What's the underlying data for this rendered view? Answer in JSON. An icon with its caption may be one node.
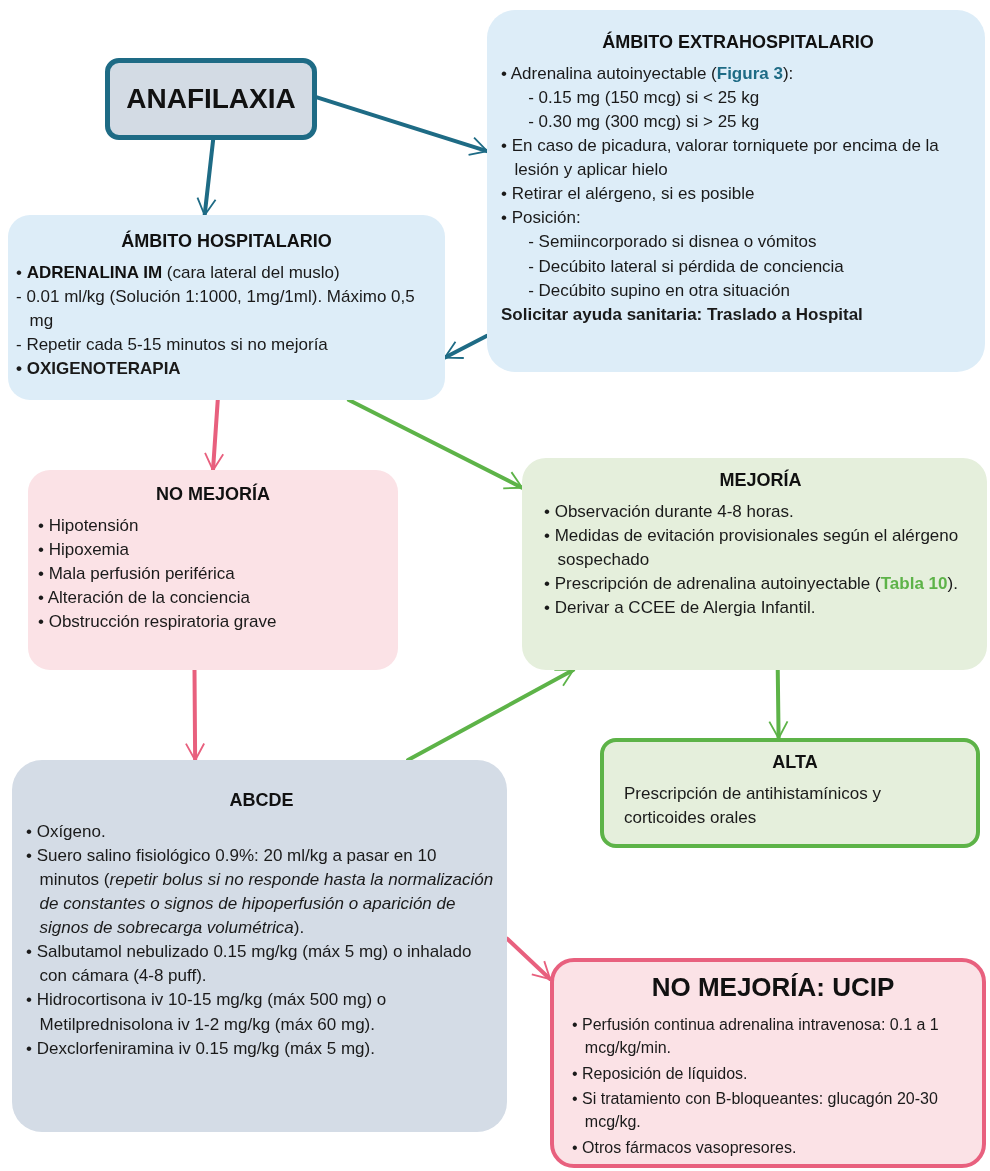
{
  "diagram": {
    "nodes": [
      {
        "text": [
          "ANAFILAXIA"
        ]
      },
      {
        "text": [
          "ÁMBITO EXTRAHOSPITALARIO",
          "• Adrenalina autoinyectable (**Figura 3**):",
          "- 0.15 mg (150 mcg) si < 25 kg",
          "- 0.30 mg (300 mcg) si > 25 kg",
          "• En caso de picadura, valorar torniquete por encima de la lesión y aplicar hielo",
          "• Retirar el alérgeno, si es posible",
          "• Posición:",
          "- Semiincorporado si disnea o vómitos",
          "- Decúbito lateral si pérdida de conciencia",
          "- Decúbito supino en otra situación",
          "Solicitar ayuda sanitaria: Traslado a Hospital"
        ]
      },
      {
        "text": [
          "ÁMBITO HOSPITALARIO",
          "• **ADRENALINA IM** (cara lateral del muslo)",
          "- 0.01 ml/kg (Solución 1:1000, 1mg/1ml). Máximo 0,5 mg",
          "- Repetir cada 5-15 minutos si no mejoría",
          "• OXIGENOTERAPIA"
        ]
      },
      {
        "text": [
          "NO MEJORÍA",
          "• Hipotensión",
          "• Hipoxemia",
          "• Mala perfusión periférica",
          "• Alteración de la conciencia",
          "• Obstrucción respiratoria grave"
        ]
      },
      {
        "text": [
          "MEJORÍA",
          "• Observación durante 4-8 horas.",
          "• Medidas de evitación provisionales según el alérgeno sospechado",
          "• Prescripción de adrenalina autoinyectable (**Tabla 10**).",
          "• Derivar a CCEE de Alergia Infantil."
        ]
      },
      {
        "text": [
          "ABCDE",
          "• Oxígeno.",
          "• Suero salino fisiológico 0.9%: 20 ml/kg a pasar en 10 minutos (*repetir bolus si no responde hasta la normalización de constantes o signos de hipoperfusión o aparición de signos de sobrecarga volumétrica*).",
          "• Salbutamol nebulizado 0.15 mg/kg (máx 5 mg) o inhalado con cámara (4-8 puff).",
          "• Hidrocortisona iv 10-15 mg/kg (máx 500 mg) o Metilprednisolona iv 1-2 mg/kg (máx 60 mg).",
          "• Dexclorfeniramina iv 0.15 mg/kg (máx 5 mg)."
        ]
      },
      {
        "text": [
          "ALTA",
          "Prescripción de antihistamínicos y corticoides orales"
        ]
      },
      {
        "text": [
          "NO MEJORÍA: UCIP",
          "• Perfusión continua adrenalina intravenosa: 0.1 a 1 mcg/kg/min.",
          "• Reposición de líquidos.",
          "• Si tratamiento con B-bloqueantes: glucagón 20-30 mcg/kg.",
          "• Otros fármacos vasopresores."
        ]
      }
    ],
    "edges": [
      {
        "from": 0,
        "to": 1,
        "arrow": "to",
        "color": "#1e6b85"
      },
      {
        "from": 0,
        "to": 2,
        "arrow": "to",
        "color": "#1e6b85"
      },
      {
        "from": 1,
        "to": 2,
        "arrow": "to",
        "color": "#1e6b85"
      },
      {
        "from": 2,
        "to": 3,
        "arrow": "to",
        "color": "#e8607e"
      },
      {
        "from": 2,
        "to": 4,
        "arrow": "to",
        "color": "#5db348"
      },
      {
        "from": 3,
        "to": 5,
        "arrow": "to",
        "color": "#e8607e"
      },
      {
        "from": 5,
        "to": 4,
        "arrow": "to",
        "color": "#5db348"
      },
      {
        "from": 4,
        "to": 6,
        "arrow": "to",
        "color": "#5db348"
      },
      {
        "from": 5,
        "to": 7,
        "arrow": "to",
        "color": "#e8607e"
      }
    ]
  }
}
